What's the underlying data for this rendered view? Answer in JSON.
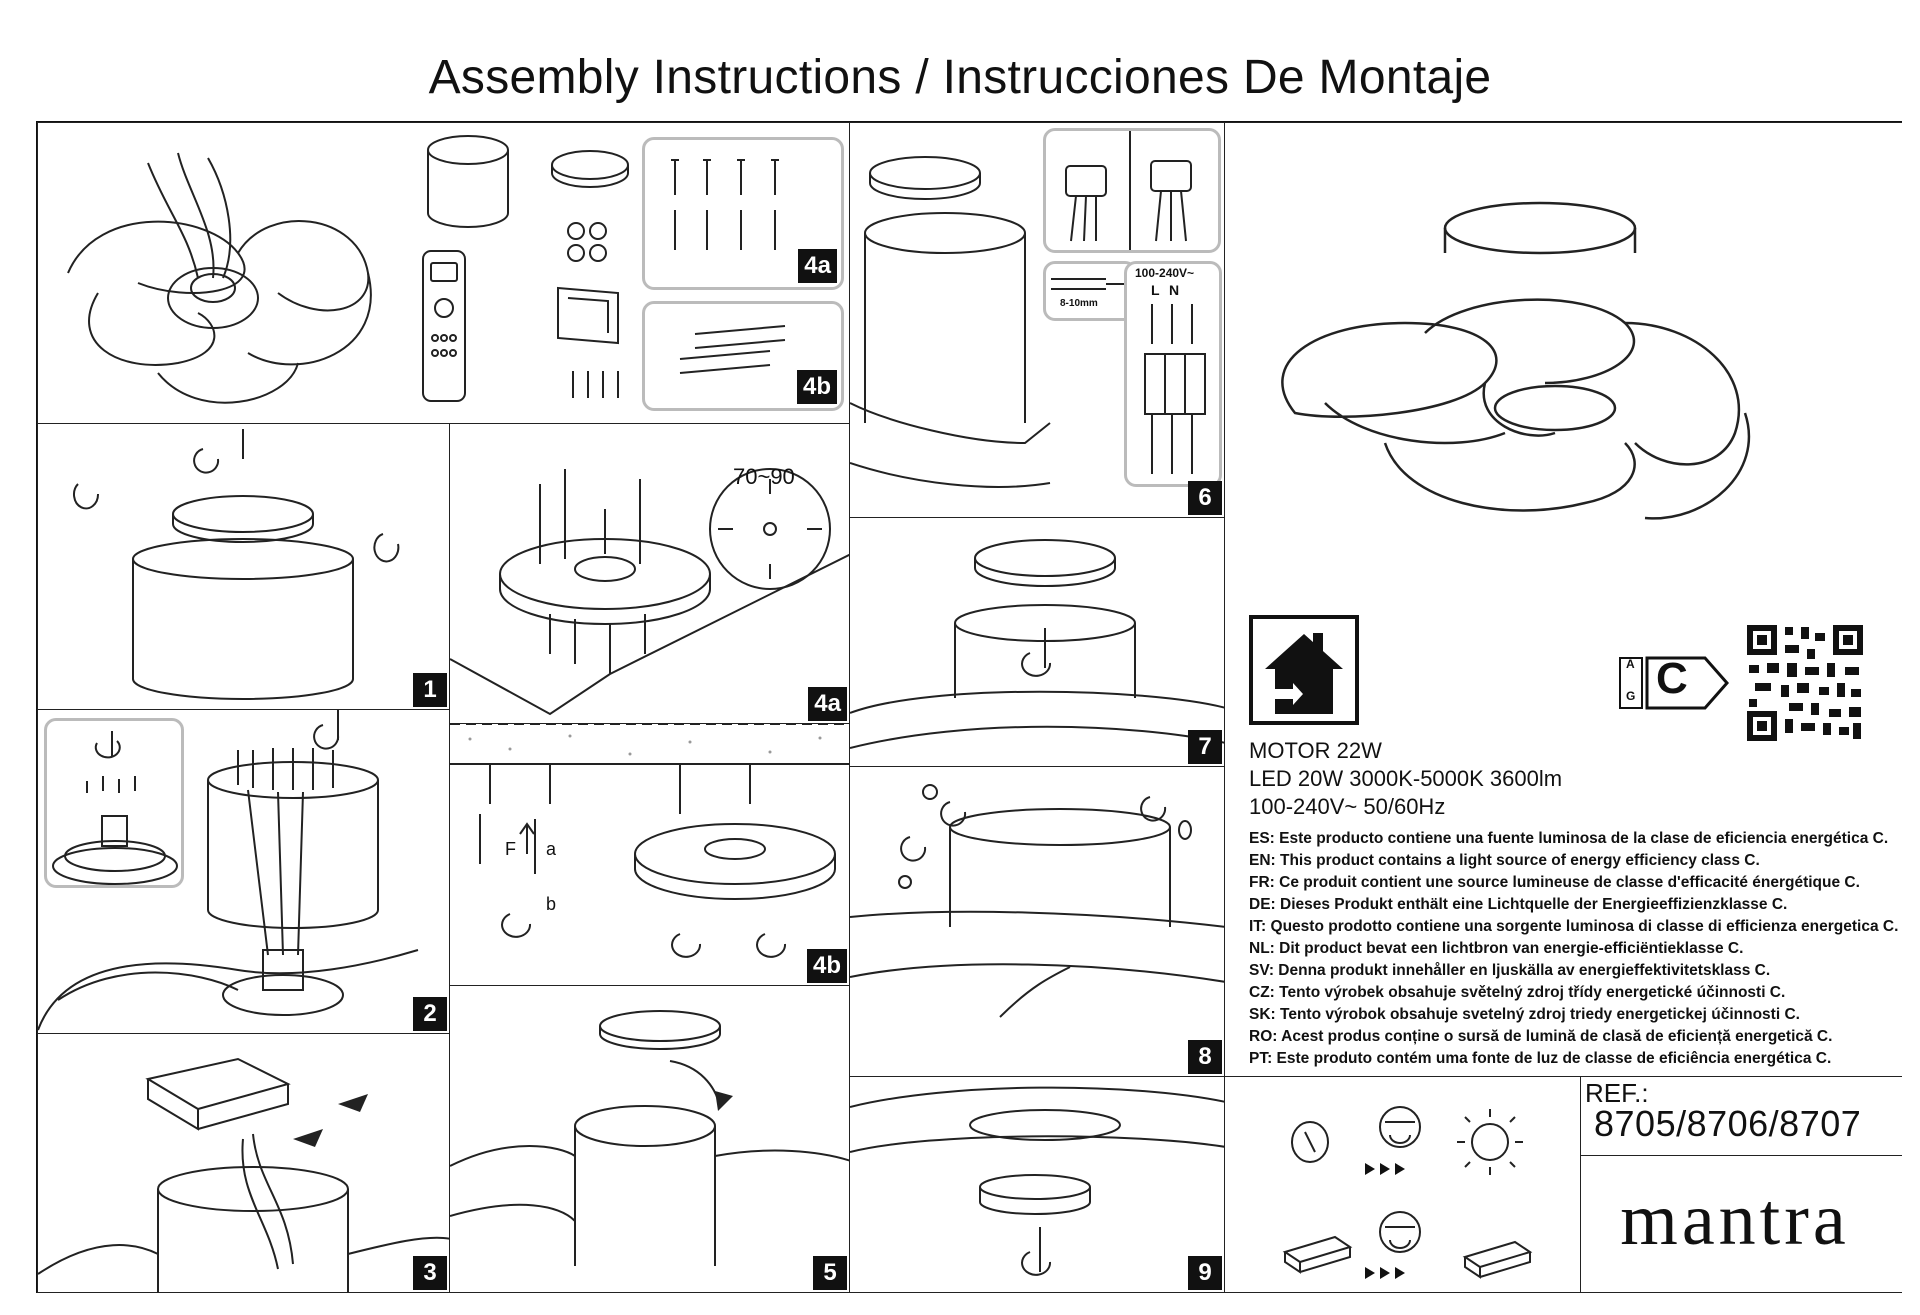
{
  "document": {
    "title": "Assembly Instructions / Instrucciones De Montaje"
  },
  "steps": [
    {
      "label": "1"
    },
    {
      "label": "2"
    },
    {
      "label": "3"
    },
    {
      "label": "4a"
    },
    {
      "label": "4b"
    },
    {
      "label": "5"
    },
    {
      "label": "6"
    },
    {
      "label": "7"
    },
    {
      "label": "8"
    },
    {
      "label": "9"
    }
  ],
  "parts": {
    "label_4a": "4a",
    "label_4b": "4b"
  },
  "drill": {
    "range": "70~90",
    "label_f": "F",
    "label_a": "a",
    "label_b": "b"
  },
  "wiring": {
    "voltage": "100-240V~",
    "l": "L",
    "n": "N",
    "strip": "8-10mm"
  },
  "specs": {
    "motor": "MOTOR 22W",
    "led": "LED 20W 3000K-5000K 3600lm",
    "voltage": "100-240V~ 50/60Hz"
  },
  "energy_statements": [
    "ES: Este producto contiene una fuente luminosa de la clase de eficiencia energética C.",
    "EN: This product contains a light source of energy efficiency class C.",
    "FR: Ce produit contient une source lumineuse de classe d'efficacité énergétique C.",
    "DE: Dieses Produkt enthält eine Lichtquelle der Energieeffizienzklasse C.",
    "IT: Questo prodotto contiene una sorgente luminosa di classe di efficienza energetica C.",
    "NL: Dit product bevat een lichtbron van energie-efficiëntieklasse C.",
    "SV: Denna produkt innehåller en ljuskälla av energieffektivitetsklass C.",
    "CZ: Tento výrobek obsahuje světelný zdroj třídy energetické účinnosti C.",
    "SK: Tento výrobok obsahuje svetelný zdroj triedy energetickej účinnosti C.",
    "RO: Acest produs conține o sursă de lumină de clasă de eficiență energetică C.",
    "PT: Este produto contém uma fonte de luz de classe de eficiência energética C."
  ],
  "energy_label": {
    "class": "C",
    "scale_top": "A",
    "scale_bottom": "G"
  },
  "reference": {
    "label": "REF.:",
    "value": "8705/8706/8707"
  },
  "brand": {
    "name": "mantra"
  },
  "icons": [
    "home-icon",
    "qr-code-icon",
    "led-icon",
    "driver-icon",
    "technician-icon"
  ]
}
